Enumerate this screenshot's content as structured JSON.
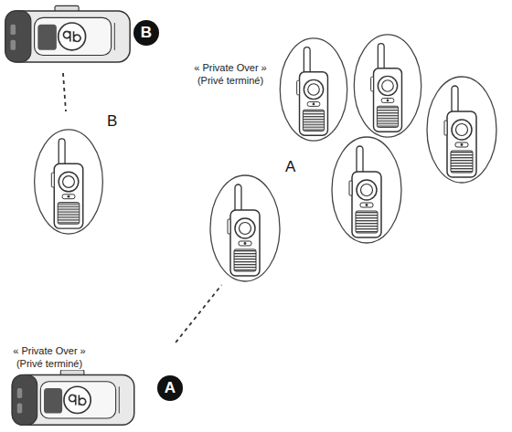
{
  "diagram": {
    "nodes": [
      {
        "text": [
          "B"
        ]
      },
      {
        "text": [
          "B"
        ]
      },
      {
        "text": [
          "A"
        ]
      },
      {
        "text": [
          "A"
        ]
      }
    ],
    "edges": [
      {
        "from": 0,
        "to": 1,
        "arrow": "none"
      },
      {
        "from": 3,
        "to": 2,
        "arrow": "none"
      }
    ],
    "labels": [
      "« Private Over » (Privé terminé)",
      "« Private Over » (Privé terminé)"
    ]
  }
}
